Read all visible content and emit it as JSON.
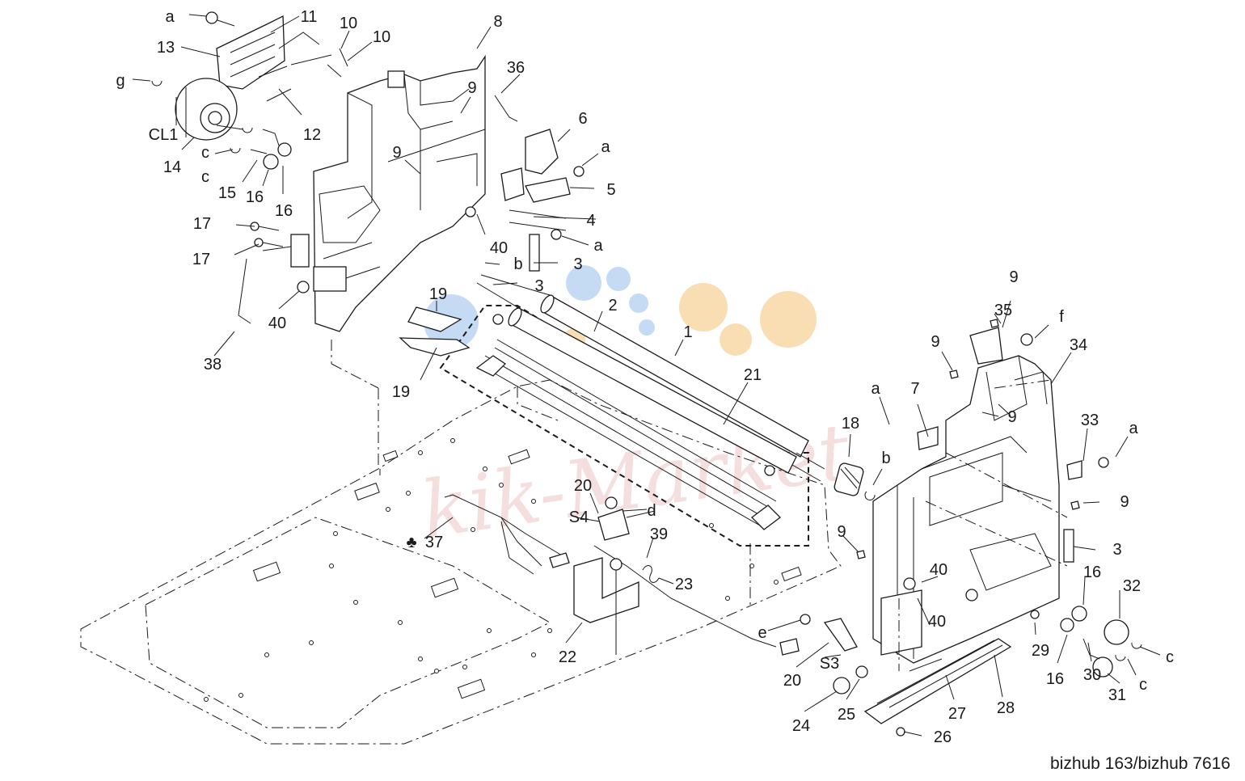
{
  "model_label": "bizhub 163/bizhub 7616",
  "watermark_text": "kik-Market",
  "colors": {
    "line": "#1a1a1a",
    "wm_blue": "#bcd4f2",
    "wm_orange": "#f8d9a8",
    "wm_red": "#e8b8b8"
  },
  "callouts": [
    "a",
    "11",
    "10",
    "10",
    "8",
    "13",
    "g",
    "9",
    "36",
    "CL1",
    "12",
    "c",
    "c",
    "6",
    "a",
    "14",
    "9",
    "15",
    "16",
    "16",
    "5",
    "4",
    "17",
    "40",
    "a",
    "17",
    "3",
    "b",
    "3",
    "40",
    "2",
    "1",
    "19",
    "38",
    "19",
    "21",
    "9",
    "35",
    "f",
    "9",
    "34",
    "a",
    "7",
    "18",
    "9",
    "33",
    "b",
    "a",
    "20",
    "d",
    "S4",
    "37",
    "9",
    "9",
    "39",
    "3",
    "23",
    "40",
    "16",
    "32",
    "40",
    "e",
    "29",
    "22",
    "20",
    "c",
    "S3",
    "16",
    "30",
    "c",
    "31",
    "24",
    "25",
    "27",
    "28",
    "26"
  ]
}
